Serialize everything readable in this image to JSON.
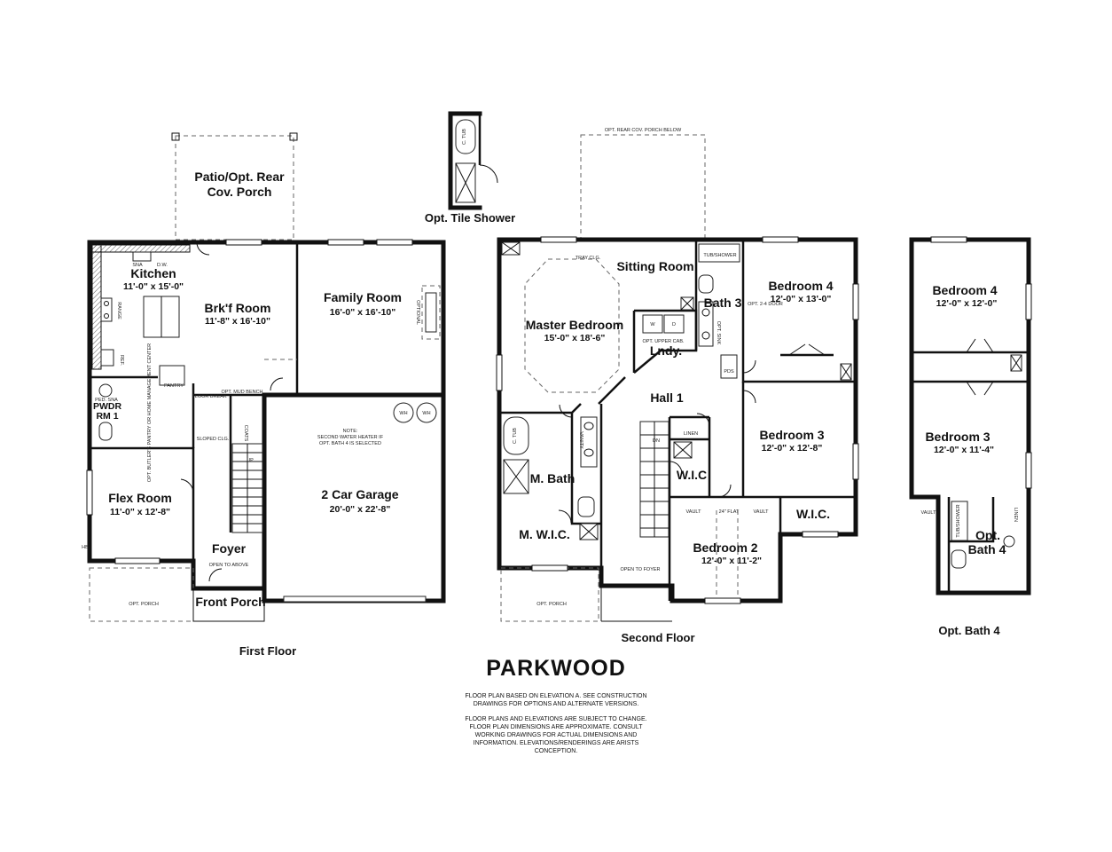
{
  "title": "PARKWOOD",
  "disclaimer": [
    "FLOOR PLAN BASED ON ELEVATION A. SEE CONSTRUCTION",
    "DRAWINGS FOR OPTIONS AND ALTERNATE VERSIONS.",
    "FLOOR PLANS AND ELEVATIONS ARE SUBJECT TO CHANGE.",
    "FLOOR PLAN DIMENSIONS ARE APPROXIMATE. CONSULT",
    "WORKING DRAWINGS FOR ACTUAL DIMENSIONS AND",
    "INFORMATION. ELEVATIONS/RENDERINGS ARE ARISTS",
    "CONCEPTION."
  ],
  "captions": {
    "first": "First Floor",
    "second": "Second Floor",
    "bath4": "Opt. Bath 4",
    "tile_shower": "Opt. Tile Shower"
  },
  "first_floor": {
    "patio_1": "Patio/Opt. Rear",
    "patio_2": "Cov. Porch",
    "kitchen": "Kitchen",
    "kitchen_dim": "11'-0\" x 15'-0\"",
    "brkf": "Brk'f Room",
    "brkf_dim": "11'-8\" x 16'-10\"",
    "family": "Family Room",
    "family_dim": "16'-0\" x 16'-10\"",
    "pwdr_1": "PWDR",
    "pwdr_2": "RM 1",
    "flex": "Flex Room",
    "flex_dim": "11'-0\" x 12'-8\"",
    "garage": "2 Car Garage",
    "garage_dim": "20'-0\" x 22'-8\"",
    "foyer": "Foyer",
    "front_porch": "Front Porch",
    "opt_porch": "OPT. PORCH",
    "pantry": "PANTRY",
    "floor_break": "FLOOR BREAK",
    "mud_bench": "OPT. MUD BENCH",
    "sloped_clg": "SLOPED CLG.",
    "coats": "COATS",
    "up": "UP",
    "open_above": "OPEN TO ABOVE",
    "sna": "SNA",
    "dw": "D.W.",
    "range": "RANGE",
    "ref": "REF.",
    "ped_sna": "PED. SNA",
    "optional": "OPTIONAL",
    "butler": "OPT. BUTLER'S PANTRY OR HOME MANAGEMENT CENTER",
    "wh": "WH",
    "note_1": "NOTE:",
    "note_2": "SECOND WATER HEATER IF",
    "note_3": "OPT. BATH 4 IS SELECTED",
    "hb": "HB"
  },
  "second_floor": {
    "master": "Master Bedroom",
    "master_dim": "15'-0\" x 18'-6\"",
    "sitting": "Sitting Room",
    "tray": "TRAY CLG.",
    "opt_rear": "OPT. REAR COV. PORCH BELOW",
    "bath3": "Bath 3",
    "tub_shower": "TUB/SHOWER",
    "opt_door": "OPT. 2-4 DOOR",
    "bed4": "Bedroom 4",
    "bed4_dim": "12'-0\" x 13'-0\"",
    "lndy": "Lndy.",
    "upper_cab": "OPT. UPPER CAB.",
    "w": "W",
    "d": "D",
    "hall": "Hall 1",
    "bed3": "Bedroom 3",
    "bed3_dim": "12'-0\" x 12'-8\"",
    "mbath": "M. Bath",
    "mwic": "M. W.I.C.",
    "wic": "W.I.C",
    "wic2": "W.I.C.",
    "bed2": "Bedroom 2",
    "bed2_dim": "12'-0\" x 11'-2\"",
    "vault": "VAULT",
    "flat": "24\" FLAT",
    "linen": "LINEN",
    "dn": "DN",
    "open_foyer": "OPEN TO FOYER",
    "opt_porch": "OPT. PORCH",
    "pds": "PDS",
    "vanity": "VANITY",
    "ctub": "C. TUB",
    "opt_sink": "OPT. SINK"
  },
  "opt_bath4": {
    "bed4": "Bedroom 4",
    "bed4_dim": "12'-0\" x 12'-0\"",
    "bed3": "Bedroom 3",
    "bed3_dim": "12'-0\" x 11'-4\"",
    "opt": "Opt.",
    "bath4": "Bath 4",
    "vault": "VAULT",
    "linen": "LINEN",
    "tub_shower": "TUB/SHOWER"
  }
}
